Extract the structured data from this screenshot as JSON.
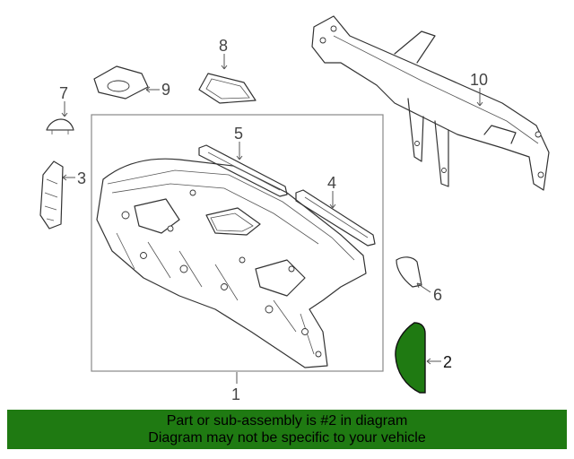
{
  "diagram": {
    "callouts": {
      "c1": "1",
      "c2": "2",
      "c3": "3",
      "c4": "4",
      "c5": "5",
      "c6": "6",
      "c7": "7",
      "c8": "8",
      "c9": "9",
      "c10": "10"
    },
    "colors": {
      "highlight": "#1f7a12",
      "line": "#333333",
      "frame": "#888888"
    }
  },
  "footer": {
    "line1": "Part or sub-assembly is #2 in diagram",
    "line2": "Diagram may not be specific to your vehicle"
  }
}
